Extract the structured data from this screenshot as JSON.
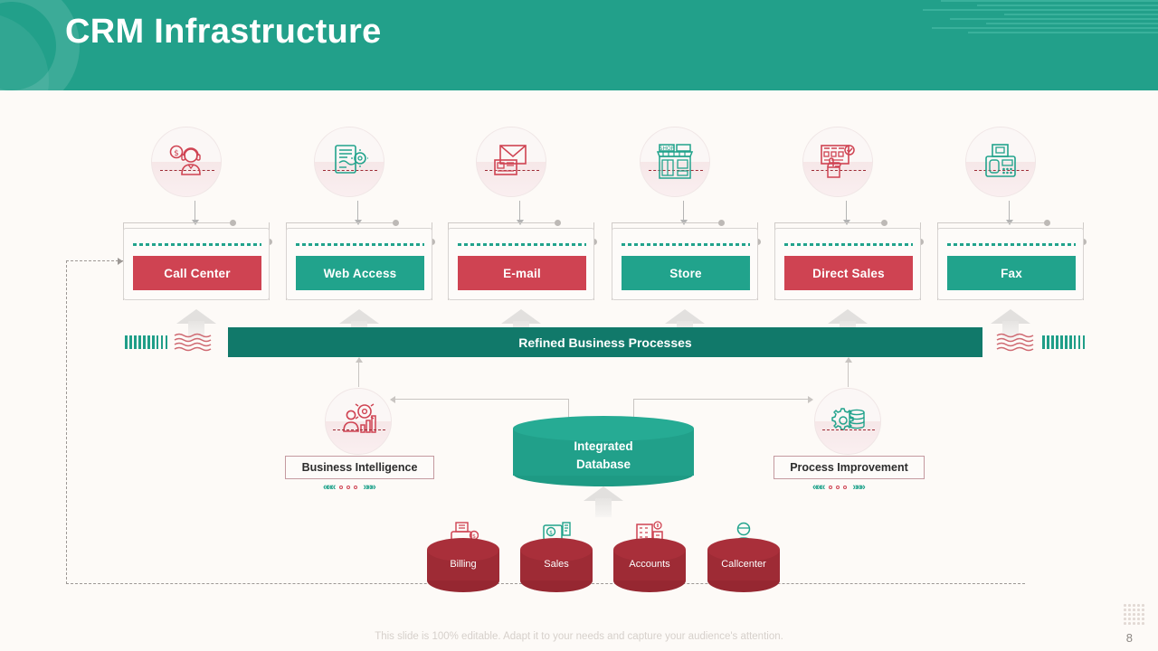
{
  "header": {
    "title": "CRM Infrastructure",
    "bg_color": "#22a08a"
  },
  "colors": {
    "teal": "#21a38c",
    "dark_teal": "#11796a",
    "red": "#cf4352",
    "dark_red": "#9e2b35",
    "page_bg": "#fdfaf7"
  },
  "channels": [
    {
      "label": "Call Center",
      "pill_color": "red",
      "icon": "headset-agent-icon"
    },
    {
      "label": "Web Access",
      "pill_color": "teal",
      "icon": "web-document-icon"
    },
    {
      "label": "E-mail",
      "pill_color": "red",
      "icon": "envelope-mail-icon"
    },
    {
      "label": "Store",
      "pill_color": "teal",
      "icon": "shop-store-icon"
    },
    {
      "label": "Direct Sales",
      "pill_color": "red",
      "icon": "hand-checklist-icon"
    },
    {
      "label": "Fax",
      "pill_color": "teal",
      "icon": "fax-machine-icon"
    }
  ],
  "process_bar": {
    "label": "Refined Business Processes"
  },
  "mid_nodes": [
    {
      "label": "Business Intelligence",
      "icon": "analytics-person-icon"
    },
    {
      "label": "Process Improvement",
      "icon": "gears-settings-icon"
    }
  ],
  "database": {
    "line1": "Integrated",
    "line2": "Database"
  },
  "data_sources": [
    {
      "label": "Billing",
      "icon": "billing-printer-icon"
    },
    {
      "label": "Sales",
      "icon": "sales-monitor-icon"
    },
    {
      "label": "Accounts",
      "icon": "accounts-building-icon"
    },
    {
      "label": "Callcenter",
      "icon": "callcenter-agent-icon"
    }
  ],
  "chevron_deco": {
    "left": "«««",
    "right": "»»»"
  },
  "footer": {
    "note": "This slide is 100% editable. Adapt it to your needs and capture your audience's attention.",
    "page_number": "8"
  }
}
